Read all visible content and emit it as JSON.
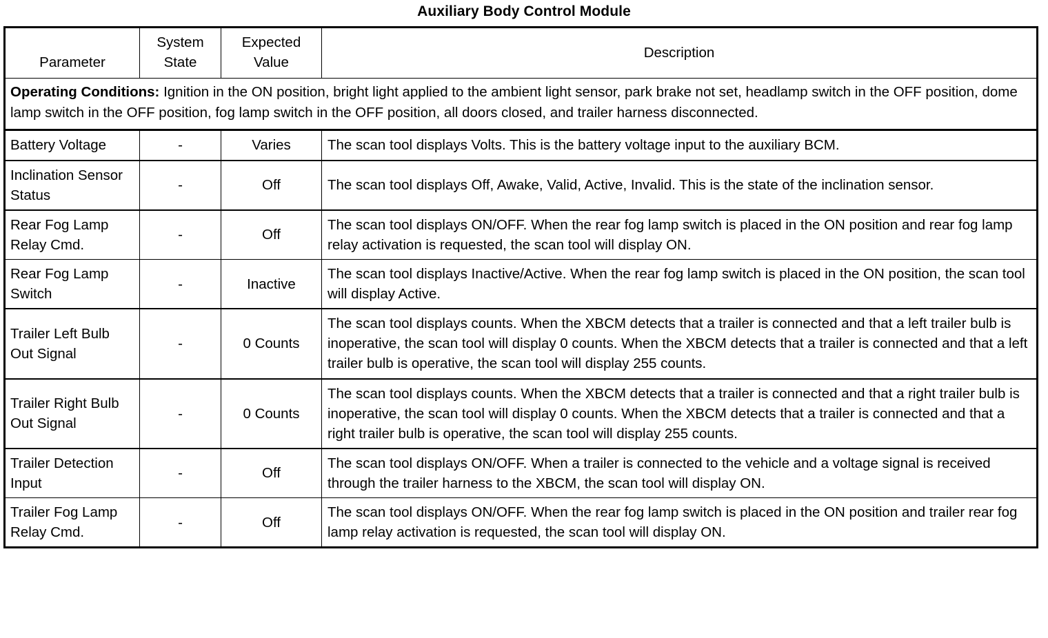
{
  "document": {
    "title": "Auxiliary Body Control Module"
  },
  "table": {
    "headers": {
      "parameter": "Parameter",
      "system_state": "System State",
      "system_state_line1": "System",
      "system_state_line2": "State",
      "expected_value_line1": "Expected",
      "expected_value_line2": "Value",
      "description": "Description"
    },
    "operating_conditions": {
      "label": "Operating Conditions:",
      "text": " Ignition in the ON position, bright light applied to the ambient light sensor, park brake not set, headlamp switch in the OFF position, dome lamp switch in the OFF position, fog lamp switch in the OFF position, all doors closed, and trailer harness disconnected."
    },
    "rows": [
      {
        "parameter": "Battery Voltage",
        "system_state": "-",
        "expected_value": "Varies",
        "description": "The scan tool displays Volts. This is the battery voltage input to the auxiliary BCM."
      },
      {
        "parameter": "Inclination Sensor Status",
        "system_state": "-",
        "expected_value": "Off",
        "description": "The scan tool displays Off, Awake, Valid, Active, Invalid. This is the state of the inclination sensor."
      },
      {
        "parameter": "Rear Fog Lamp Relay Cmd.",
        "system_state": "-",
        "expected_value": "Off",
        "description": "The scan tool displays ON/OFF. When the rear fog lamp switch is placed in the ON position and rear fog lamp relay activation is requested, the scan tool will display ON."
      },
      {
        "parameter": "Rear Fog Lamp Switch",
        "system_state": "-",
        "expected_value": "Inactive",
        "description": "The scan tool displays Inactive/Active. When the rear fog lamp switch is placed in the ON position, the scan tool will display Active."
      },
      {
        "parameter": "Trailer Left Bulb Out Signal",
        "system_state": "-",
        "expected_value": "0 Counts",
        "description": "The scan tool displays counts. When the XBCM detects that a trailer is connected and that a left trailer bulb is inoperative, the scan tool will display 0 counts. When the XBCM detects that a trailer is connected and that a left trailer bulb is operative, the scan tool will display 255 counts."
      },
      {
        "parameter": "Trailer Right Bulb Out Signal",
        "system_state": "-",
        "expected_value": "0 Counts",
        "description": "The scan tool displays counts. When the XBCM detects that a trailer is connected and that a right trailer bulb is inoperative, the scan tool will display 0 counts. When the XBCM detects that a trailer is connected and that a right trailer bulb is operative, the scan tool will display 255 counts."
      },
      {
        "parameter": "Trailer Detection Input",
        "system_state": "-",
        "expected_value": "Off",
        "description": "The scan tool displays ON/OFF. When a trailer is connected to the vehicle and a voltage signal is received through the trailer harness to the XBCM, the scan tool will display ON."
      },
      {
        "parameter": "Trailer Fog Lamp Relay Cmd.",
        "system_state": "-",
        "expected_value": "Off",
        "description": "The scan tool displays ON/OFF. When the rear fog lamp switch is placed in the ON position and trailer rear fog lamp relay activation is requested, the scan tool will display ON."
      }
    ]
  }
}
